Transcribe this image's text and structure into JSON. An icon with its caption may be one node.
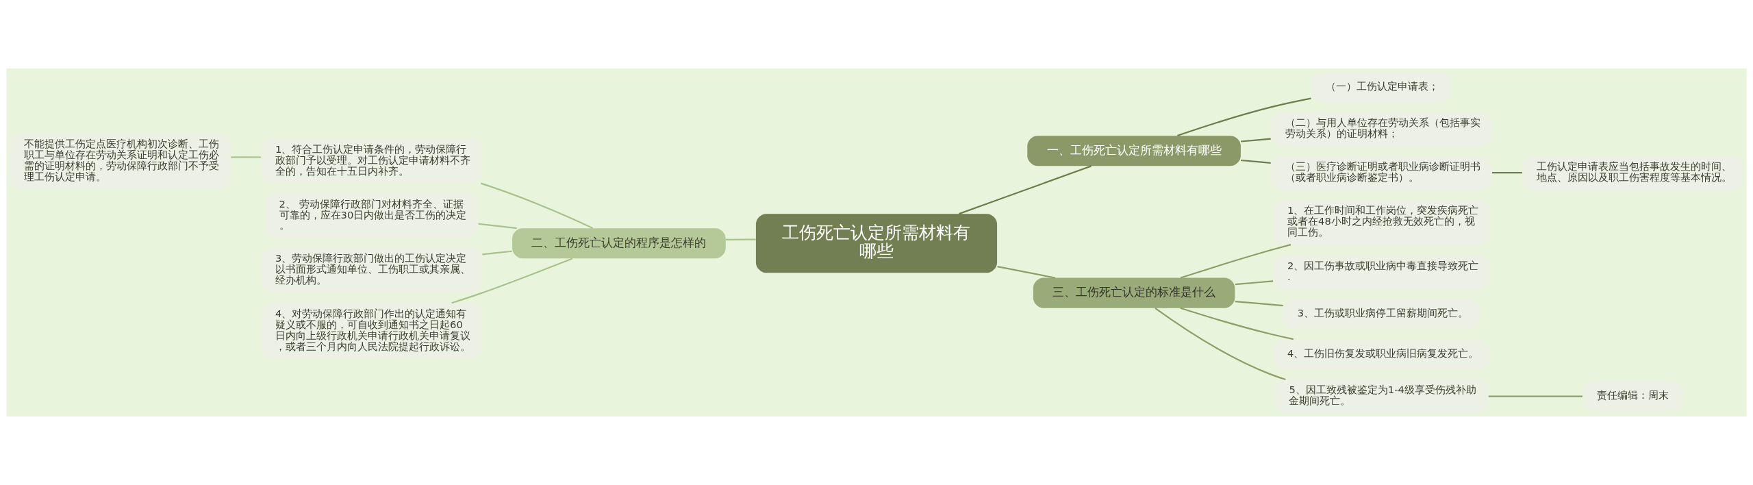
{
  "diagram": {
    "nodes": [
      {
        "text": [
          "工伤死亡认定所需材料有哪些"
        ]
      },
      {
        "text": [
          "一、工伤死亡认定所需材料有哪些"
        ]
      },
      {
        "text": [
          "（一）工伤认定申请表；"
        ]
      },
      {
        "text": [
          "（二）与用人单位存在劳动关系（包括事实劳动关系）的证明材料；"
        ]
      },
      {
        "text": [
          "（三）医疗诊断证明或者职业病诊断证明书（或者职业病诊断鉴定书）。"
        ]
      },
      {
        "text": [
          "工伤认定申请表应当包括事故发生的时间、地点、原因以及职工伤害程度等基本情况。"
        ]
      },
      {
        "text": [
          "二、工伤死亡认定的程序是怎样的"
        ]
      },
      {
        "text": [
          "1、符合工伤认定申请条件的，劳动保障行政部门予以受理。对工伤认定申请材料不齐全的，告知在十五日内补齐。"
        ]
      },
      {
        "text": [
          "2、 劳动保障行政部门对材料齐全、证据可靠的，应在30日内做出是否工伤的决定。"
        ]
      },
      {
        "text": [
          "3、劳动保障行政部门做出的工伤认定决定以书面形式通知单位、工伤职工或其亲属、经办机构。"
        ]
      },
      {
        "text": [
          "4、对劳动保障行政部门作出的认定通知有疑义或不服的，可自收到通知书之日起60日内向上级行政机关申请行政机关申请复议，或者三个月内向人民法院提起行政诉讼。"
        ]
      },
      {
        "text": [
          "不能提供工伤定点医疗机构初次诊断、工伤职工与单位存在劳动关系证明和认定工伤必需的证明材料的，劳动保障行政部门不予受理工伤认定申请。"
        ]
      },
      {
        "text": [
          "三、工伤死亡认定的标准是什么"
        ]
      },
      {
        "text": [
          "1、在工作时间和工作岗位，突发疾病死亡或者在48小时之内经抢救无效死亡的，视同工伤。"
        ]
      },
      {
        "text": [
          "2、因工伤事故或职业病中毒直接导致死亡 ."
        ]
      },
      {
        "text": [
          "3、工伤或职业病停工留薪期间死亡。"
        ]
      },
      {
        "text": [
          "4、工伤旧伤复发或职业病旧病复发死亡。"
        ]
      },
      {
        "text": [
          "5、因工致残被鉴定为1-4级享受伤残补助金期间死亡。"
        ]
      },
      {
        "text": [
          "责任编辑：周末"
        ]
      }
    ],
    "edges": [
      {
        "from": 0,
        "to": 1,
        "arrow": "none",
        "color": "#6e7d4c"
      },
      {
        "from": 1,
        "to": 2,
        "arrow": "none",
        "color": "#6e7d4c"
      },
      {
        "from": 1,
        "to": 3,
        "arrow": "none",
        "color": "#6e7d4c"
      },
      {
        "from": 1,
        "to": 4,
        "arrow": "none",
        "color": "#6e7d4c"
      },
      {
        "from": 4,
        "to": 5,
        "arrow": "none",
        "color": "#6e7d4c"
      },
      {
        "from": 0,
        "to": 6,
        "arrow": "none",
        "color": "#a9c18c"
      },
      {
        "from": 6,
        "to": 7,
        "arrow": "none",
        "color": "#a9c18c"
      },
      {
        "from": 6,
        "to": 8,
        "arrow": "none",
        "color": "#a9c18c"
      },
      {
        "from": 6,
        "to": 9,
        "arrow": "none",
        "color": "#a9c18c"
      },
      {
        "from": 6,
        "to": 10,
        "arrow": "none",
        "color": "#a9c18c"
      },
      {
        "from": 7,
        "to": 11,
        "arrow": "none",
        "color": "#a9c18c"
      },
      {
        "from": 0,
        "to": 12,
        "arrow": "none"
      },
      {
        "from": 12,
        "to": 13,
        "arrow": "none"
      },
      {
        "from": 12,
        "to": 14,
        "arrow": "none"
      },
      {
        "from": 12,
        "to": 15,
        "arrow": "none"
      },
      {
        "from": 12,
        "to": 16,
        "arrow": "none"
      },
      {
        "from": 12,
        "to": 17,
        "arrow": "none"
      },
      {
        "from": 17,
        "to": 18,
        "arrow": "none"
      }
    ]
  }
}
